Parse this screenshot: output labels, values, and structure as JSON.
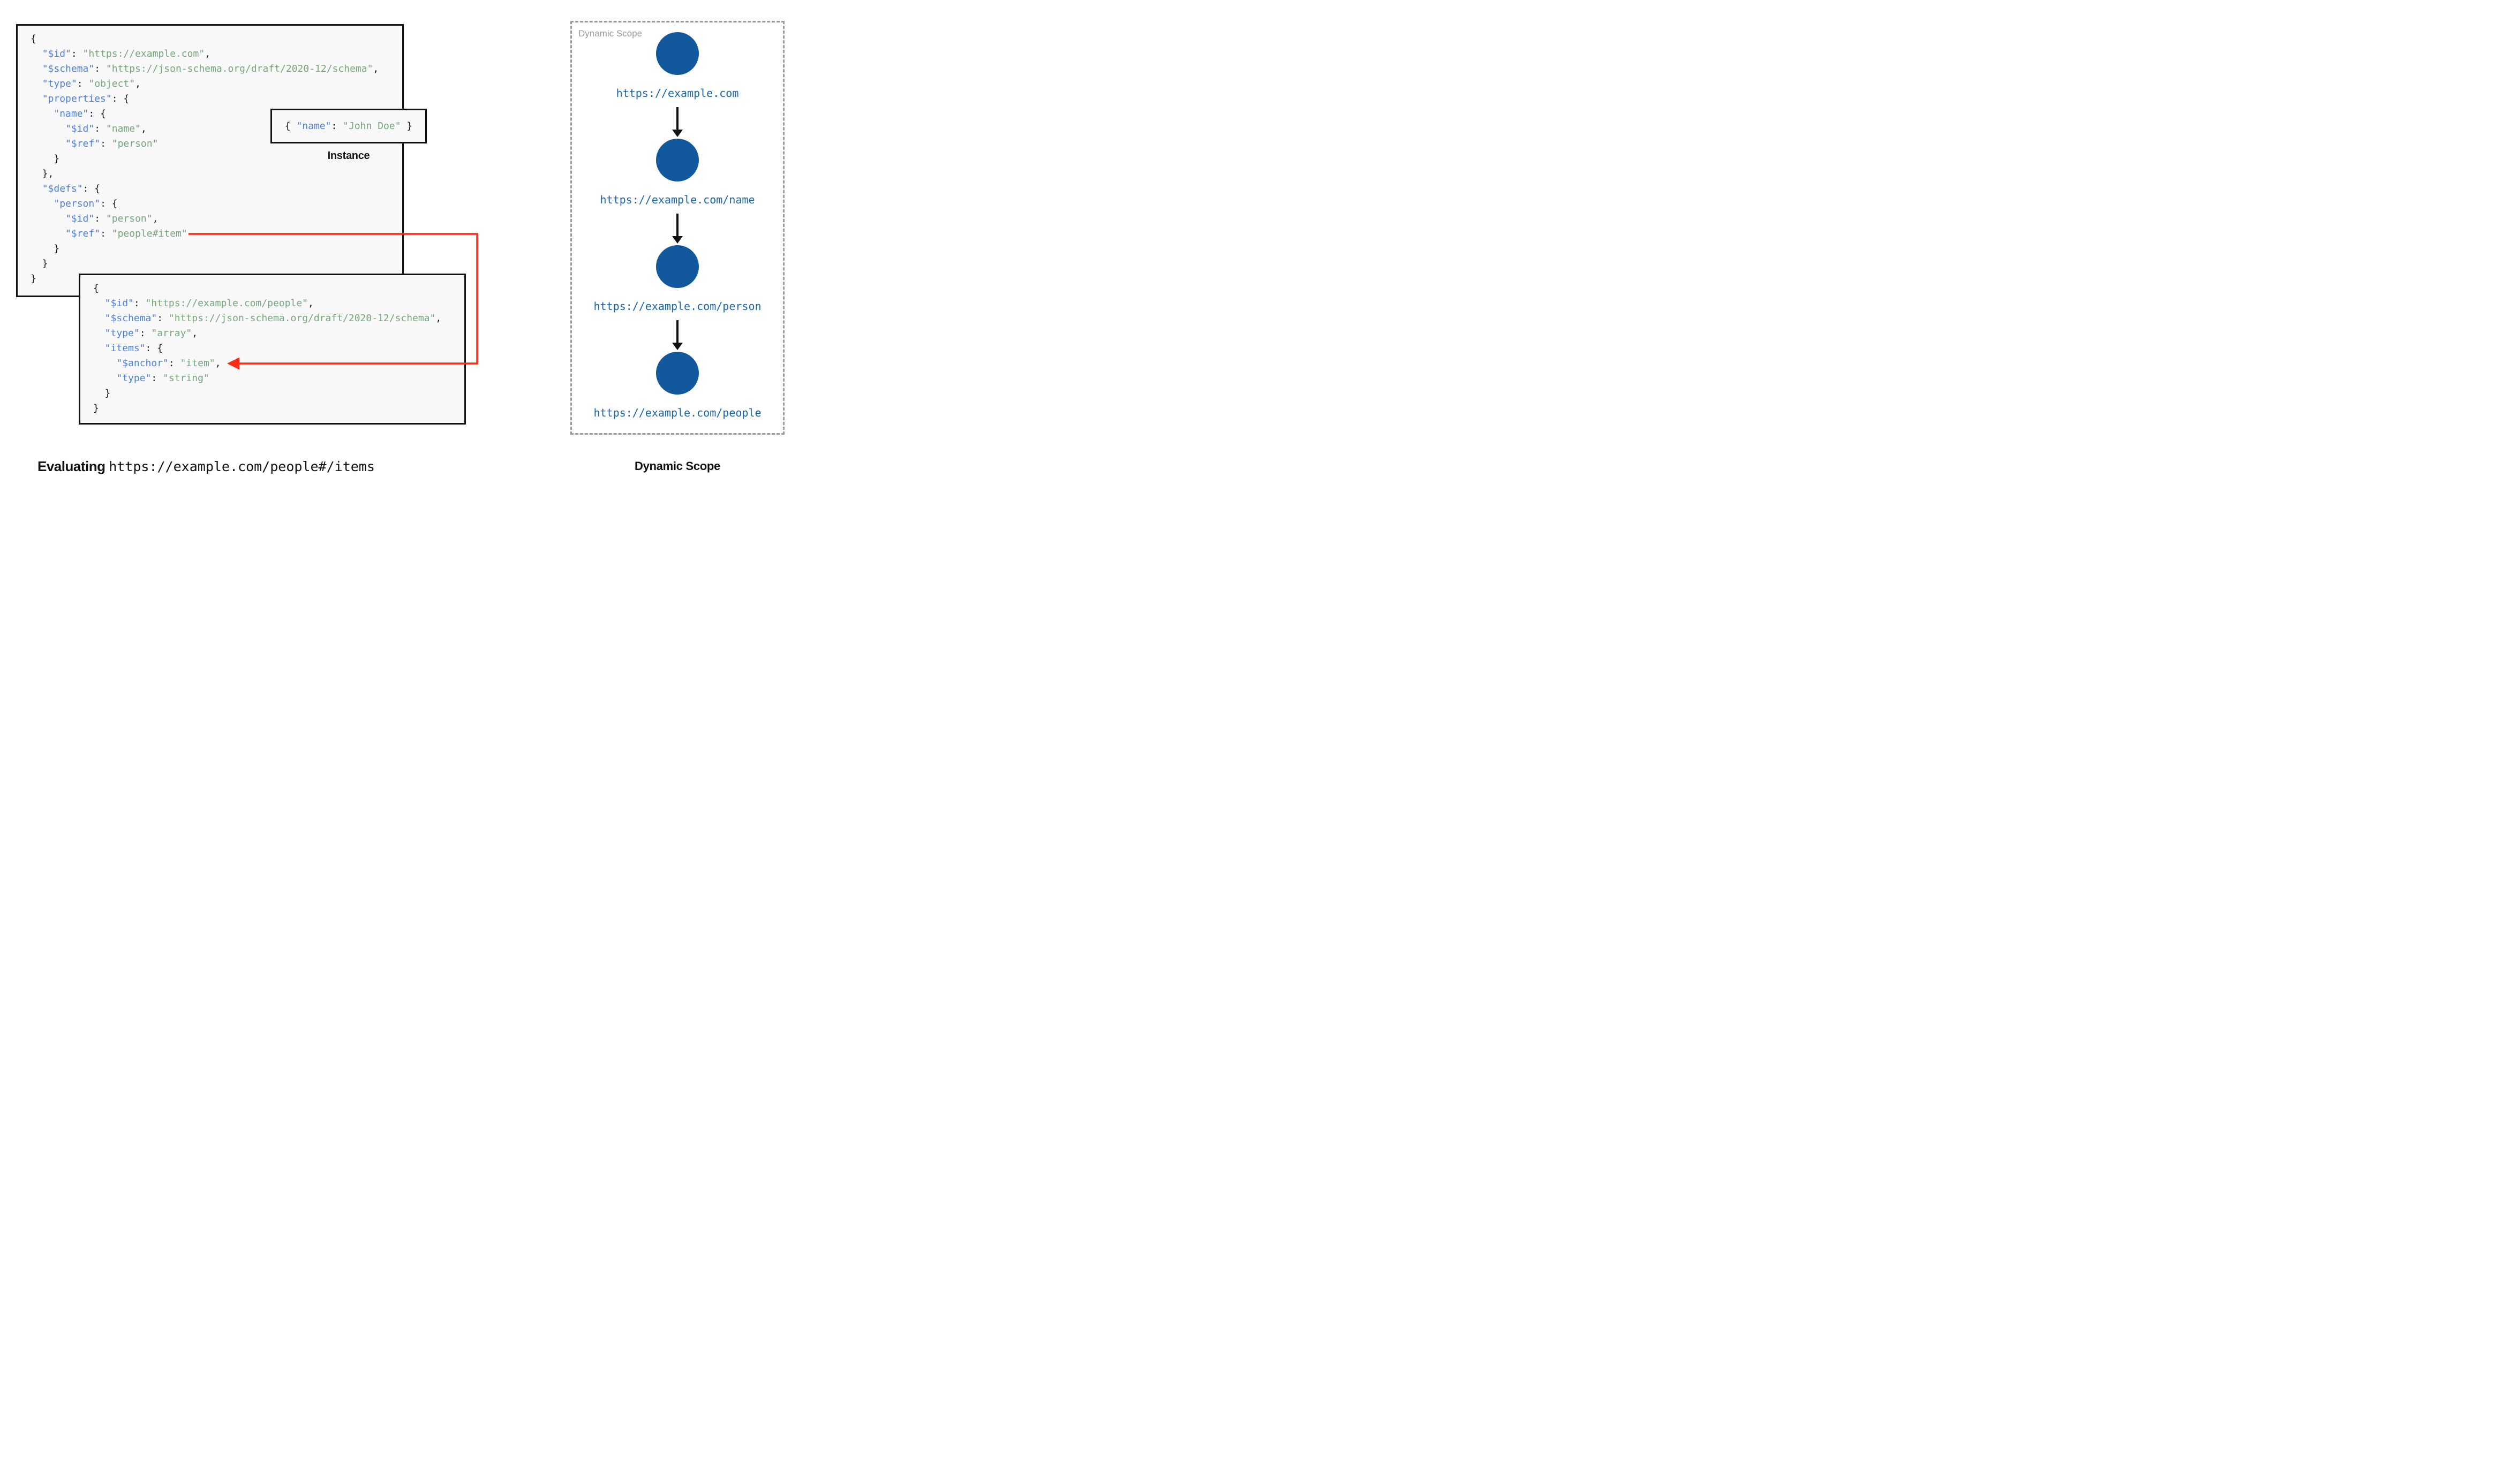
{
  "diagram": {
    "colors": {
      "key": "#4C80E1",
      "string": "#74A878",
      "punct": "#1A1A1A",
      "red": "#FB2B16",
      "node": "#11589C",
      "url": "#1766AE",
      "gray": "#9B9B9B",
      "border": "#111111",
      "codebg": "#F8F8F9"
    },
    "schema_main": {
      "lines": [
        [
          [
            "p",
            "{"
          ]
        ],
        [
          [
            "p",
            "  "
          ],
          [
            "k",
            "\"$id\""
          ],
          [
            "p",
            ": "
          ],
          [
            "s",
            "\"https://example.com\""
          ],
          [
            "p",
            ","
          ]
        ],
        [
          [
            "p",
            "  "
          ],
          [
            "k",
            "\"$schema\""
          ],
          [
            "p",
            ": "
          ],
          [
            "s",
            "\"https://json-schema.org/draft/2020-12/schema\""
          ],
          [
            "p",
            ","
          ]
        ],
        [
          [
            "p",
            "  "
          ],
          [
            "k",
            "\"type\""
          ],
          [
            "p",
            ": "
          ],
          [
            "s",
            "\"object\""
          ],
          [
            "p",
            ","
          ]
        ],
        [
          [
            "p",
            "  "
          ],
          [
            "k",
            "\"properties\""
          ],
          [
            "p",
            ": {"
          ]
        ],
        [
          [
            "p",
            "    "
          ],
          [
            "k",
            "\"name\""
          ],
          [
            "p",
            ": {"
          ]
        ],
        [
          [
            "p",
            "      "
          ],
          [
            "k",
            "\"$id\""
          ],
          [
            "p",
            ": "
          ],
          [
            "s",
            "\"name\""
          ],
          [
            "p",
            ","
          ]
        ],
        [
          [
            "p",
            "      "
          ],
          [
            "k",
            "\"$ref\""
          ],
          [
            "p",
            ": "
          ],
          [
            "s",
            "\"person\""
          ]
        ],
        [
          [
            "p",
            "    }"
          ]
        ],
        [
          [
            "p",
            "  },"
          ]
        ],
        [
          [
            "p",
            "  "
          ],
          [
            "k",
            "\"$defs\""
          ],
          [
            "p",
            ": {"
          ]
        ],
        [
          [
            "p",
            "    "
          ],
          [
            "k",
            "\"person\""
          ],
          [
            "p",
            ": {"
          ]
        ],
        [
          [
            "p",
            "      "
          ],
          [
            "k",
            "\"$id\""
          ],
          [
            "p",
            ": "
          ],
          [
            "s",
            "\"person\""
          ],
          [
            "p",
            ","
          ]
        ],
        [
          [
            "p",
            "      "
          ],
          [
            "k",
            "\"$ref\""
          ],
          [
            "p",
            ": "
          ],
          [
            "s",
            "\"people#item\""
          ]
        ],
        [
          [
            "p",
            "    }"
          ]
        ],
        [
          [
            "p",
            "  }"
          ]
        ],
        [
          [
            "p",
            "}"
          ]
        ]
      ]
    },
    "schema_people": {
      "lines": [
        [
          [
            "p",
            "{"
          ]
        ],
        [
          [
            "p",
            "  "
          ],
          [
            "k",
            "\"$id\""
          ],
          [
            "p",
            ": "
          ],
          [
            "s",
            "\"https://example.com/people\""
          ],
          [
            "p",
            ","
          ]
        ],
        [
          [
            "p",
            "  "
          ],
          [
            "k",
            "\"$schema\""
          ],
          [
            "p",
            ": "
          ],
          [
            "s",
            "\"https://json-schema.org/draft/2020-12/schema\""
          ],
          [
            "p",
            ","
          ]
        ],
        [
          [
            "p",
            "  "
          ],
          [
            "k",
            "\"type\""
          ],
          [
            "p",
            ": "
          ],
          [
            "s",
            "\"array\""
          ],
          [
            "p",
            ","
          ]
        ],
        [
          [
            "p",
            "  "
          ],
          [
            "k",
            "\"items\""
          ],
          [
            "p",
            ": {"
          ]
        ],
        [
          [
            "p",
            "    "
          ],
          [
            "k",
            "\"$anchor\""
          ],
          [
            "p",
            ": "
          ],
          [
            "s",
            "\"item\""
          ],
          [
            "p",
            ","
          ]
        ],
        [
          [
            "p",
            "    "
          ],
          [
            "k",
            "\"type\""
          ],
          [
            "p",
            ": "
          ],
          [
            "s",
            "\"string\""
          ]
        ],
        [
          [
            "p",
            "  }"
          ]
        ],
        [
          [
            "p",
            "}"
          ]
        ]
      ]
    },
    "instance": {
      "label": "Instance",
      "code_lines": [
        [
          [
            "p",
            "{ "
          ],
          [
            "k",
            "\"name\""
          ],
          [
            "p",
            ": "
          ],
          [
            "s",
            "\"John Doe\""
          ],
          [
            "p",
            " }"
          ]
        ]
      ]
    },
    "dynamic_scope_panel": {
      "label": "Dynamic Scope",
      "nodes": [
        "https://example.com",
        "https://example.com/name",
        "https://example.com/person",
        "https://example.com/people"
      ]
    },
    "captions": {
      "evaluating_prefix": "Evaluating ",
      "evaluating_uri": "https://example.com/people#/items",
      "dynamic_scope": "Dynamic Scope"
    }
  }
}
